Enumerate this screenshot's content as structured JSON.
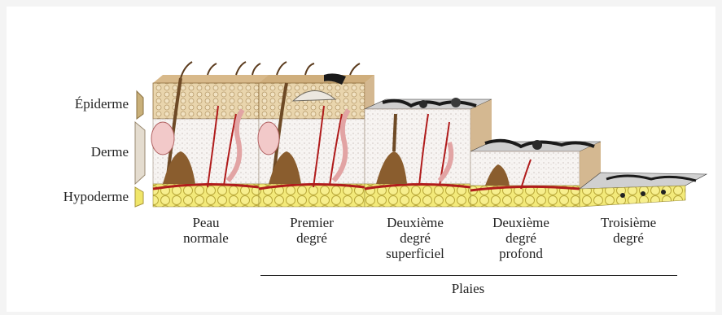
{
  "layers": {
    "epidermis": "Épiderme",
    "dermis": "Derme",
    "hypodermis": "Hypoderme"
  },
  "stages": [
    {
      "line1": "Peau",
      "line2": "normale",
      "line3": ""
    },
    {
      "line1": "Premier",
      "line2": "degré",
      "line3": ""
    },
    {
      "line1": "Deuxième",
      "line2": "degré",
      "line3": "superficiel"
    },
    {
      "line1": "Deuxième",
      "line2": "degré",
      "line3": "profond"
    },
    {
      "line1": "Troisième",
      "line2": "degré",
      "line3": ""
    }
  ],
  "group_label": "Plaies",
  "colors": {
    "epidermis": "#e8d3a8",
    "dermis": "#f6f3f1",
    "hypodermis": "#f0e66a",
    "vessel": "#b01c1c",
    "hair": "#6e4a26",
    "burn": "#1a1a1a"
  }
}
